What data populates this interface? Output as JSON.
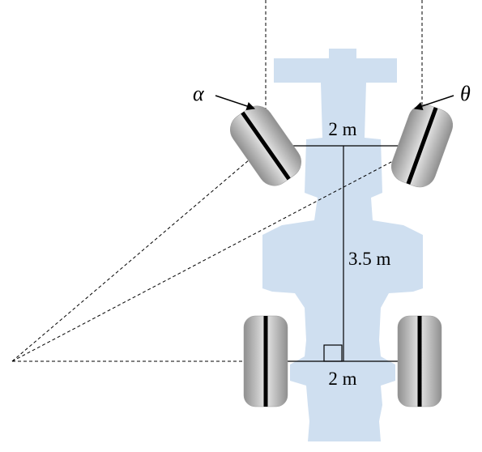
{
  "labels": {
    "front_track": "2 m",
    "wheelbase": "3.5 m",
    "rear_track": "2 m",
    "left_angle": "α",
    "right_angle": "θ"
  },
  "colors": {
    "chassis": "#cfdff0",
    "tire_dark": "#8f8f8f",
    "tire_light": "#e6e6e6",
    "axle_line": "#000000"
  }
}
